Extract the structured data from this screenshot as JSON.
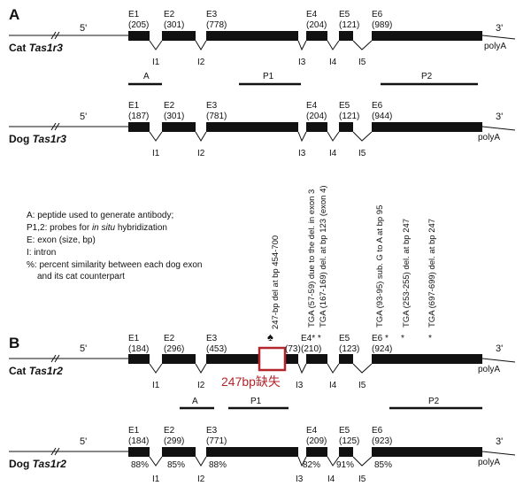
{
  "panels": [
    {
      "letter": "A",
      "tracks": [
        {
          "gene_prefix": "Cat",
          "gene_name": "Tas1r3",
          "five_prime": "5'",
          "three_prime": "3'",
          "polyA": "polyA",
          "exons": [
            {
              "name": "E1",
              "size": "(205)"
            },
            {
              "name": "E2",
              "size": "(301)"
            },
            {
              "name": "E3",
              "size": "(778)"
            },
            {
              "name": "E4",
              "size": "(204)"
            },
            {
              "name": "E5",
              "size": "(121)"
            },
            {
              "name": "E6",
              "size": "(989)"
            }
          ],
          "introns": [
            "I1",
            "I2",
            "I3",
            "I4",
            "I5"
          ],
          "probes": [
            "A",
            "P1",
            "P2"
          ]
        },
        {
          "gene_prefix": "Dog",
          "gene_name": "Tas1r3",
          "five_prime": "5'",
          "three_prime": "3'",
          "polyA": "polyA",
          "exons": [
            {
              "name": "E1",
              "size": "(187)"
            },
            {
              "name": "E2",
              "size": "(301)"
            },
            {
              "name": "E3",
              "size": "(781)"
            },
            {
              "name": "E4",
              "size": "(204)"
            },
            {
              "name": "E5",
              "size": "(121)"
            },
            {
              "name": "E6",
              "size": "(944)"
            }
          ],
          "introns": [
            "I1",
            "I2",
            "I3",
            "I4",
            "I5"
          ]
        }
      ]
    },
    {
      "letter": "B",
      "tracks": [
        {
          "gene_prefix": "Cat",
          "gene_name": "Tas1r2",
          "five_prime": "5'",
          "three_prime": "3'",
          "polyA": "polyA",
          "exons": [
            {
              "name": "E1",
              "size": "(184)"
            },
            {
              "name": "E2",
              "size": "(296)"
            },
            {
              "name": "E3",
              "size": "(453)"
            },
            {
              "name": "E4",
              "size": "(210)"
            },
            {
              "name": "E5",
              "size": "(123)"
            },
            {
              "name": "E6",
              "size": "(924)"
            }
          ],
          "extra_size": "(73)",
          "introns": [
            "I1",
            "I2",
            "I3",
            "I4",
            "I5"
          ],
          "probes": [
            "A",
            "P1",
            "P2"
          ],
          "deletion_box_label": "247bp缺失"
        },
        {
          "gene_prefix": "Dog",
          "gene_name": "Tas1r2",
          "five_prime": "5'",
          "three_prime": "3'",
          "polyA": "polyA",
          "exons": [
            {
              "name": "E1",
              "size": "(184)"
            },
            {
              "name": "E2",
              "size": "(299)"
            },
            {
              "name": "E3",
              "size": "(771)"
            },
            {
              "name": "E4",
              "size": "(209)"
            },
            {
              "name": "E5",
              "size": "(125)"
            },
            {
              "name": "E6",
              "size": "(923)"
            }
          ],
          "introns": [
            "I1",
            "I2",
            "I3",
            "I4",
            "I5"
          ],
          "similarity": [
            "88%",
            "85%",
            "88%",
            "82%",
            "91%",
            "85%"
          ]
        }
      ]
    }
  ],
  "legend": {
    "line1": "A: peptide used to generate antibody;",
    "line2_prefix": "P1,2: probes for ",
    "line2_italic": "in situ",
    "line2_suffix": " hybridization",
    "line3": "E: exon (size, bp)",
    "line4": "I: intron",
    "line5": "%: percent similarity between each dog exon",
    "line6": "and its cat counterpart"
  },
  "annotations": {
    "del_247": "247-bp del at bp 454-700",
    "tga_57_a": "TGA (57-59) due to the del. in exon 3",
    "tga_57_b": "TGA (167-169) del. at bp 123 (exon 4)",
    "tga_93": "TGA (93-95) sub. G to A at bp 95",
    "tga_253": "TGA (253-255) del. at bp 247",
    "tga_697": "TGA (697-699) del. at bp 247",
    "spade": "♠",
    "star": "*"
  }
}
